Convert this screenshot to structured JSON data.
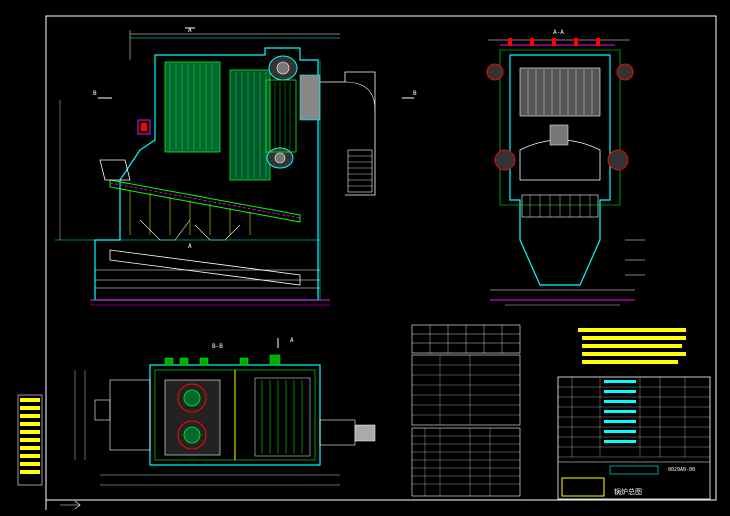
{
  "drawing": {
    "section_labels": {
      "front_section_mark": "A",
      "front_section_mark_bottom": "A",
      "side_section": "A-A",
      "plan_section": "B-B",
      "cut_mark_left": "B",
      "cut_mark_right": "B",
      "plan_cut_mark": "A"
    },
    "drawing_number": "0029A0-00",
    "title_name": "锅炉总图"
  },
  "colors": {
    "background": "#000000",
    "frame": "#ffffff",
    "cyan": "#00ffff",
    "green": "#00ff00",
    "yellow": "#ffff00",
    "red": "#ff0000",
    "magenta": "#ff00ff",
    "white": "#ffffff"
  }
}
